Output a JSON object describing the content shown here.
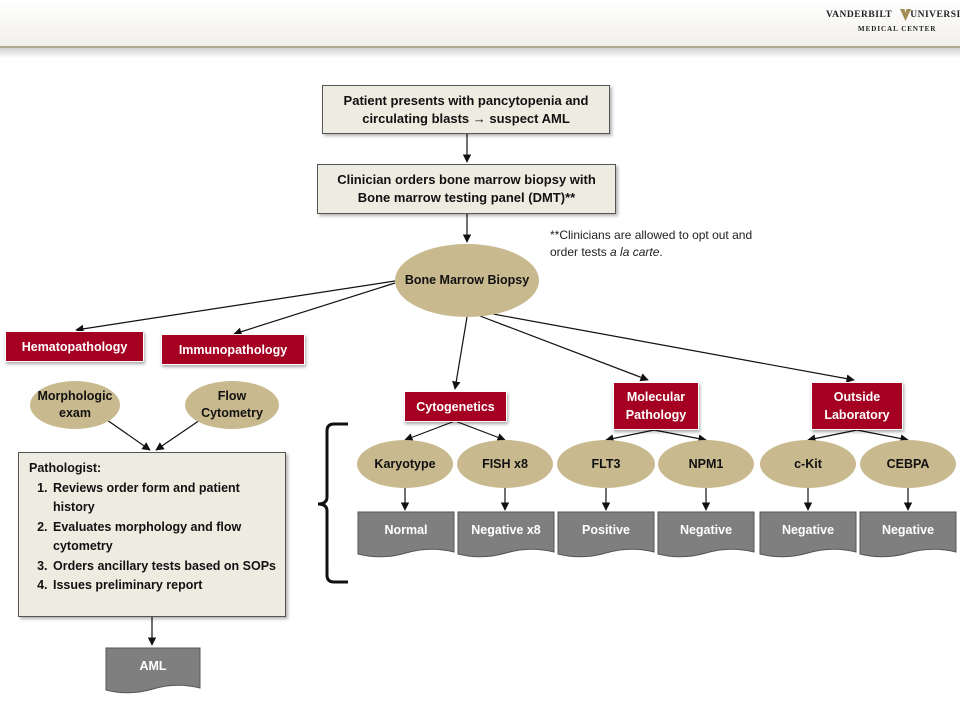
{
  "header": {
    "logo_line1": "VANDERBILT",
    "logo_line1b": "UNIVERSITY",
    "logo_line2": "MEDICAL CENTER",
    "logo_icon": "vanderbilt-v-mark"
  },
  "flow": {
    "start": "Patient presents with pancytopenia and circulating blasts → suspect AML",
    "order": "Clinician orders bone marrow biopsy with Bone marrow testing panel (DMT)**",
    "biopsy": "Bone Marrow Biopsy",
    "footnote_prefix": "**Clinicians are allowed to opt out and order tests ",
    "footnote_italic": "a la carte",
    "footnote_suffix": "."
  },
  "departments": {
    "hematopathology": "Hematopathology",
    "immunopathology": "Immunopathology",
    "cytogenetics": "Cytogenetics",
    "molecular": "Molecular Pathology",
    "outside": "Outside Laboratory"
  },
  "exams": {
    "morphologic": "Morphologic exam",
    "flow": "Flow Cytometry"
  },
  "pathologist": {
    "title": "Pathologist:",
    "steps": [
      "Reviews order form and patient history",
      "Evaluates morphology and flow cytometry",
      "Orders ancillary tests based on SOPs",
      "Issues preliminary report"
    ]
  },
  "tests": [
    {
      "name": "Karyotype",
      "result": "Normal"
    },
    {
      "name": "FISH x8",
      "result": "Negative x8"
    },
    {
      "name": "FLT3",
      "result": "Positive"
    },
    {
      "name": "NPM1",
      "result": "Negative"
    },
    {
      "name": "c-Kit",
      "result": "Negative"
    },
    {
      "name": "CEBPA",
      "result": "Negative"
    }
  ],
  "final": "AML",
  "colors": {
    "department_red": "#a50021",
    "oval_tan": "#c9b98e",
    "box_fill": "#eeece1",
    "document_gray": "#7f7f7f"
  }
}
